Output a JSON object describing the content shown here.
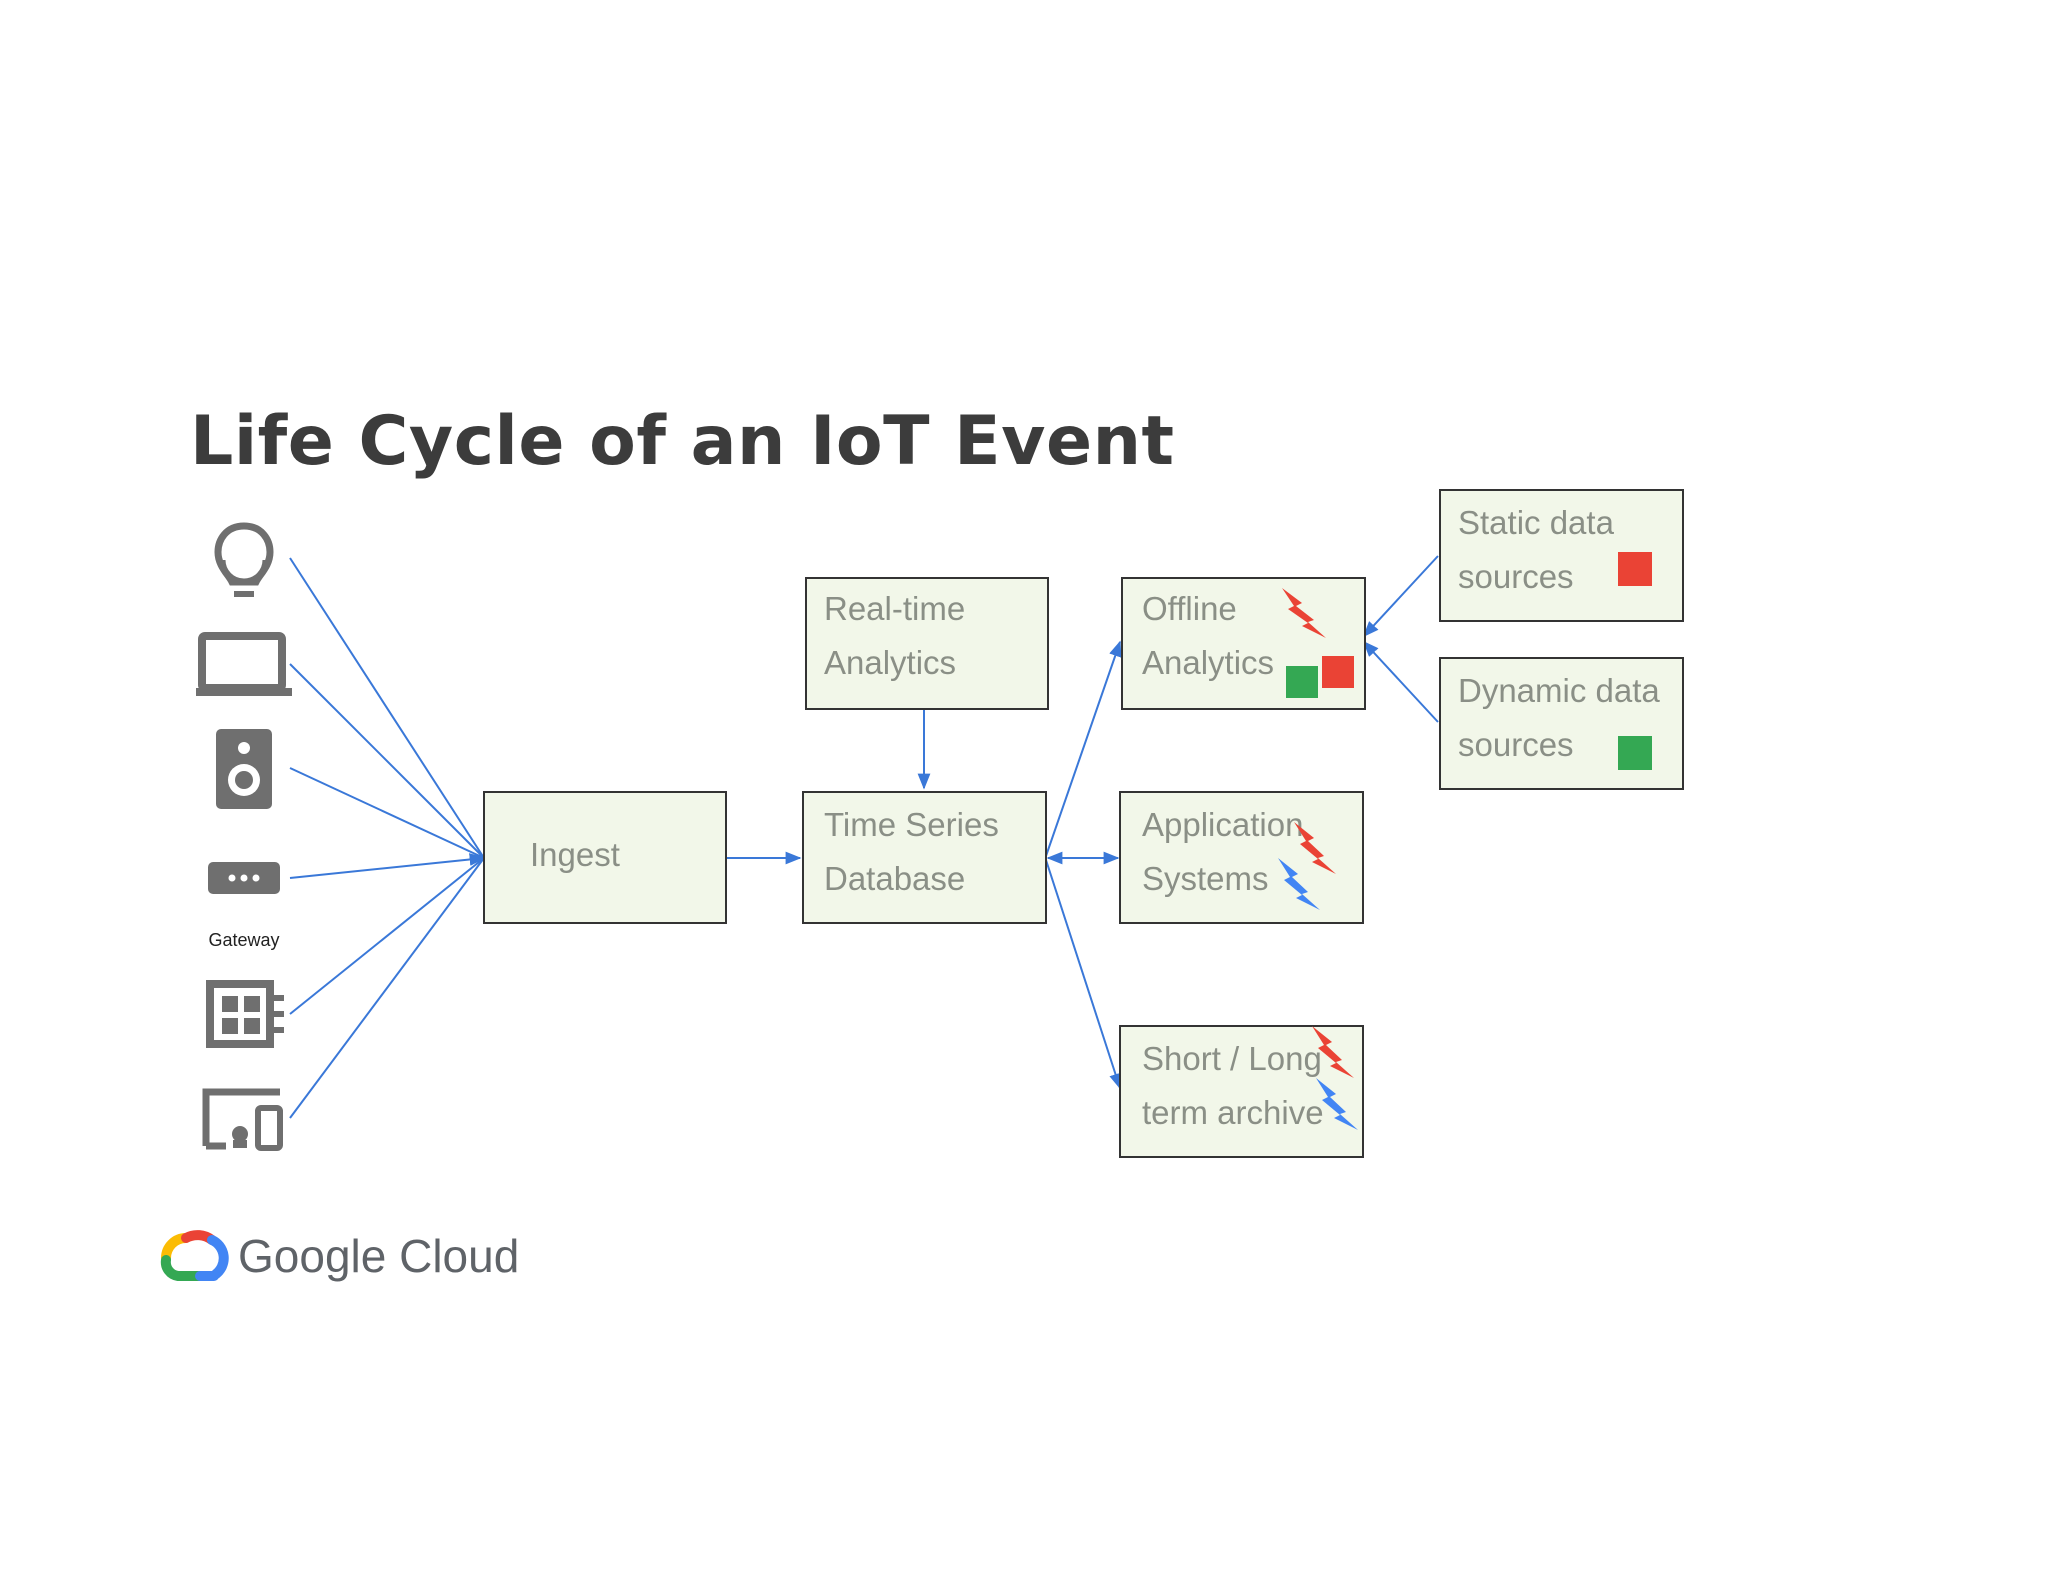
{
  "title": "Life Cycle of an IoT Event",
  "devices": [
    {
      "icon": "lightbulb-icon"
    },
    {
      "icon": "laptop-icon"
    },
    {
      "icon": "speaker-icon"
    },
    {
      "icon": "gateway-icon",
      "label": "Gateway"
    },
    {
      "icon": "circuit-board-icon"
    },
    {
      "icon": "devices-icon"
    }
  ],
  "boxes": {
    "ingest": {
      "label": "Ingest"
    },
    "realtime": {
      "line1": "Real-time",
      "line2": "Analytics"
    },
    "timeseries": {
      "line1": "Time Series",
      "line2": "Database"
    },
    "offline": {
      "line1": "Offline",
      "line2": "Analytics"
    },
    "appsys": {
      "line1": "Application",
      "line2": "Systems"
    },
    "archive": {
      "line1": "Short / Long",
      "line2": "term archive"
    },
    "static": {
      "line1": "Static data",
      "line2": "sources"
    },
    "dynamic": {
      "line1": "Dynamic data",
      "line2": "sources"
    }
  },
  "brand": {
    "logo": "google-cloud-logo",
    "text": "Google Cloud"
  },
  "colors": {
    "box_fill": "#f2f7e9",
    "box_border": "#333333",
    "arrow": "#3a78d8",
    "red": "#ea4335",
    "green": "#34a853",
    "blue": "#4285f4",
    "yellow": "#fbbc04",
    "icon_gray": "#6f6f6f"
  }
}
